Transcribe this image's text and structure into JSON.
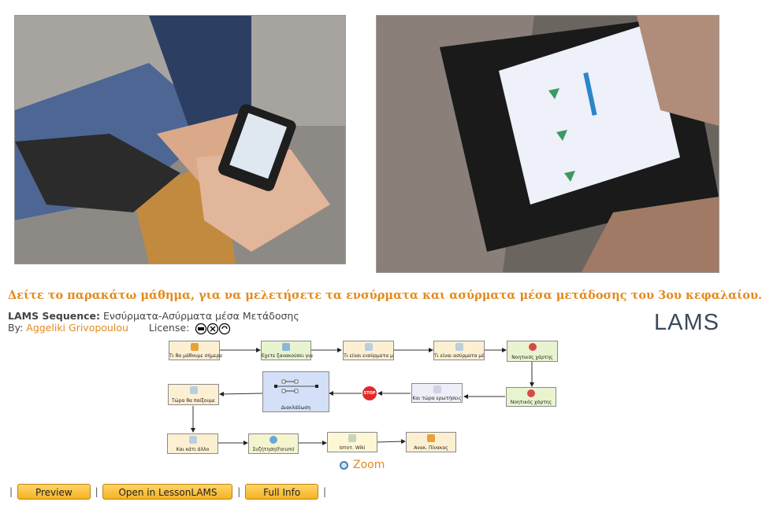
{
  "heading": "Δείτε το παρακάτω μάθημα, για να μελετήσετε τα ενσύρματα και ασύρματα μέσα μετάδοσης του 3ου κεφαλαίου.",
  "sequence": {
    "label": "LAMS Sequence:",
    "name": "Ενσύρματα-Ασύρματα μέσα Μετάδοσης",
    "by_label": "By:",
    "author": "Aggeliki Grivopoulou",
    "license_label": "License:"
  },
  "logo": "LAMS",
  "diagram": {
    "nodes": [
      {
        "label": "Τι θα μάθουμε σήμερα",
        "color": "#fdf0d2"
      },
      {
        "label": "Εχετε ξανακούσει για",
        "color": "#e8f4cf"
      },
      {
        "label": "Τι είναι ενσύρματα μ",
        "color": "#fdf0d2"
      },
      {
        "label": "Τι είναι ασύρματα μέ",
        "color": "#fdf0d2"
      },
      {
        "label": "Νοητικός χάρτης",
        "color": "#e8f4cf"
      },
      {
        "label": "Νοητικός χάρτης",
        "color": "#e8f4cf"
      },
      {
        "label": "Και τώρα ερωτήσεις",
        "color": "#eeeef8"
      },
      {
        "label": "STOP",
        "color": "#e02b2b"
      },
      {
        "label": "Διακλάδωση",
        "color": "#d3e0f7"
      },
      {
        "label": "Τώρα θα παίξουμε",
        "color": "#fdf0d2"
      },
      {
        "label": "Και κάτι άλλο",
        "color": "#fdf0d2"
      },
      {
        "label": "Συζήτηση(Forum)",
        "color": "#f4f5cf"
      },
      {
        "label": "Ιστοτ. Wiki",
        "color": "#fdf7d6"
      },
      {
        "label": "Ανακ. Πίνακας",
        "color": "#fdf0d2"
      }
    ]
  },
  "zoom_label": "Zoom",
  "buttons": {
    "preview": "Preview",
    "open": "Open in LessonLAMS",
    "info": "Full Info"
  },
  "colors": {
    "accent": "#e38a1d",
    "button": "#f5b324"
  }
}
